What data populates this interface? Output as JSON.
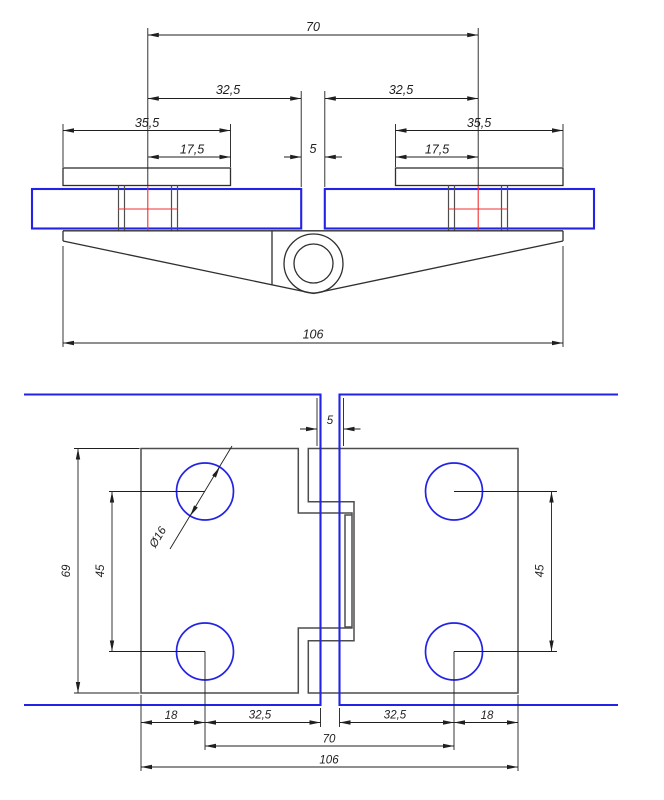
{
  "page": {
    "background": "#ffffff"
  },
  "drawing": {
    "type": "technical-drawing",
    "subject": "glass door hinge - side elevation and plan view with dimensions",
    "units_note": "comma decimal separator",
    "colors": {
      "outline": "#2f2f2f",
      "plate": "#4d4d4d",
      "glass": "#2323e6",
      "red": "#f03030",
      "dim": "#1f1f1f"
    },
    "labels": {
      "side_hole_spacing": "70",
      "side_center_to_glass_left": "32,5",
      "side_center_to_glass_right": "32,5",
      "side_plate_left": "35,5",
      "side_plate_right": "35,5",
      "side_screw_left": "17,5",
      "side_screw_right": "17,5",
      "side_gap": "5",
      "side_overall": "106",
      "plan_gap": "5",
      "plan_height": "69",
      "plan_hole_v_left": "45",
      "plan_hole_v_right": "45",
      "plan_hole_dia": "Ø16",
      "plan_edge_left": "18",
      "plan_hole_to_gap_left": "32,5",
      "plan_hole_to_gap_right": "32,5",
      "plan_edge_right": "18",
      "plan_hole_spacing": "70",
      "plan_overall": "106"
    }
  }
}
